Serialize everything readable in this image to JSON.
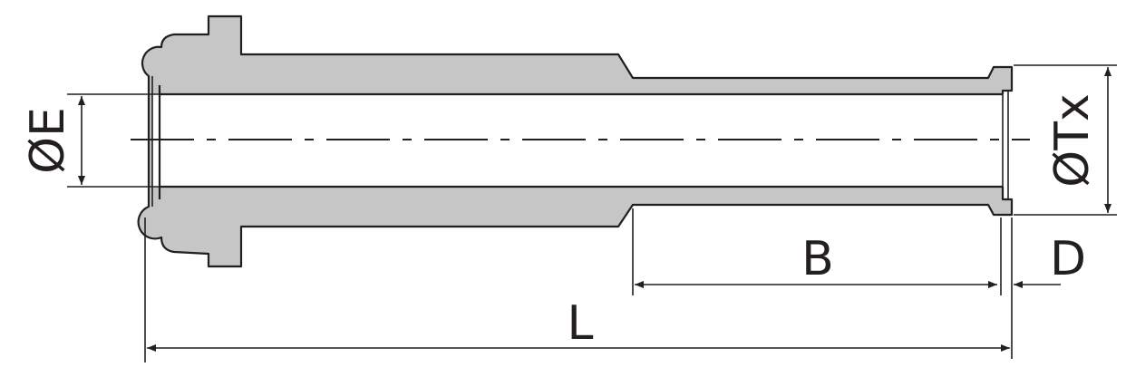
{
  "colors": {
    "body_fill": "#c6c6c6",
    "bore_fill": "#ffffff",
    "line": "#231f20"
  },
  "labels": {
    "dia_e": "ØE",
    "dia_tx": "ØTx",
    "b": "B",
    "d": "D",
    "l": "L"
  }
}
